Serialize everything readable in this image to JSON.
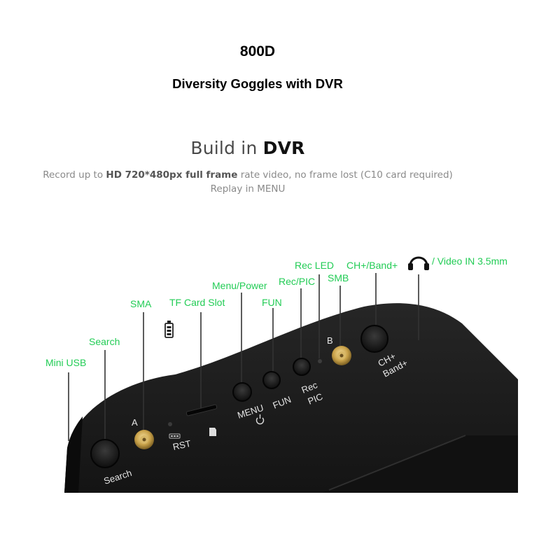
{
  "header": {
    "model": "800D",
    "product": "Diversity Goggles with DVR"
  },
  "dvr": {
    "heading_prefix": "Build in ",
    "heading_strong": "DVR",
    "desc_pre": "Record up to ",
    "desc_strong": "HD 720*480px full frame",
    "desc_post": " rate video, no frame lost (C10 card required)",
    "desc_line2": "Replay in MENU"
  },
  "callouts": {
    "mini_usb": "Mini USB",
    "search": "Search",
    "sma": "SMA",
    "tf_card": "TF Card Slot",
    "menu_power": "Menu/Power",
    "fun": "FUN",
    "rec_pic": "Rec/PIC",
    "rec_led": "Rec LED",
    "smb": "SMB",
    "ch_band": "CH+/Band+",
    "video_in": "/ Video IN 3.5mm"
  },
  "device_labels": {
    "search": "Search",
    "a": "A",
    "rst": "RST",
    "menu": "MENU",
    "fun": "FUN",
    "rec": "Rec",
    "pic": "PIC",
    "b": "B",
    "ch": "CH+",
    "band": "Band+"
  },
  "colors": {
    "callout_green": "#22cc55",
    "device_body": "#1c1c1c"
  },
  "icons": [
    "battery-icon",
    "headphones-icon",
    "power-icon",
    "sd-card-icon"
  ]
}
